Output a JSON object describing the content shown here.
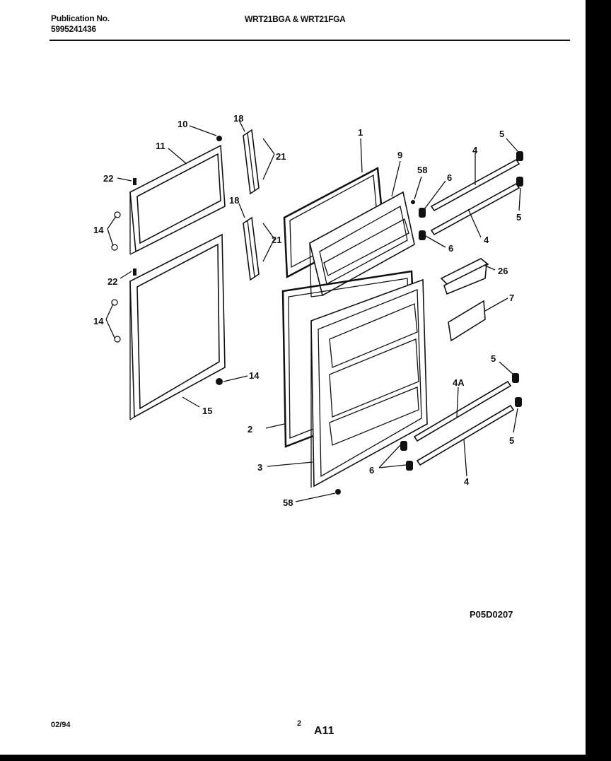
{
  "header": {
    "publication_label": "Publication No.",
    "publication_number": "5995241436",
    "models": "WRT21BGA & WRT21FGA"
  },
  "callouts": {
    "c1": "1",
    "c2": "2",
    "c3": "3",
    "c4a": "4",
    "c4b": "4",
    "c4c": "4",
    "c4A": "4A",
    "c5a": "5",
    "c5b": "5",
    "c5c": "5",
    "c5d": "5",
    "c6a": "6",
    "c6b": "6",
    "c6c": "6",
    "c7": "7",
    "c9": "9",
    "c10": "10",
    "c11": "11",
    "c14a": "14",
    "c14b": "14",
    "c14c": "14",
    "c15": "15",
    "c18a": "18",
    "c18b": "18",
    "c21a": "21",
    "c21b": "21",
    "c22a": "22",
    "c22b": "22",
    "c26": "26",
    "c58a": "58",
    "c58b": "58"
  },
  "footer": {
    "figure_code": "P05D0207",
    "date": "02/94",
    "page_small": "2",
    "page_code": "A11"
  }
}
